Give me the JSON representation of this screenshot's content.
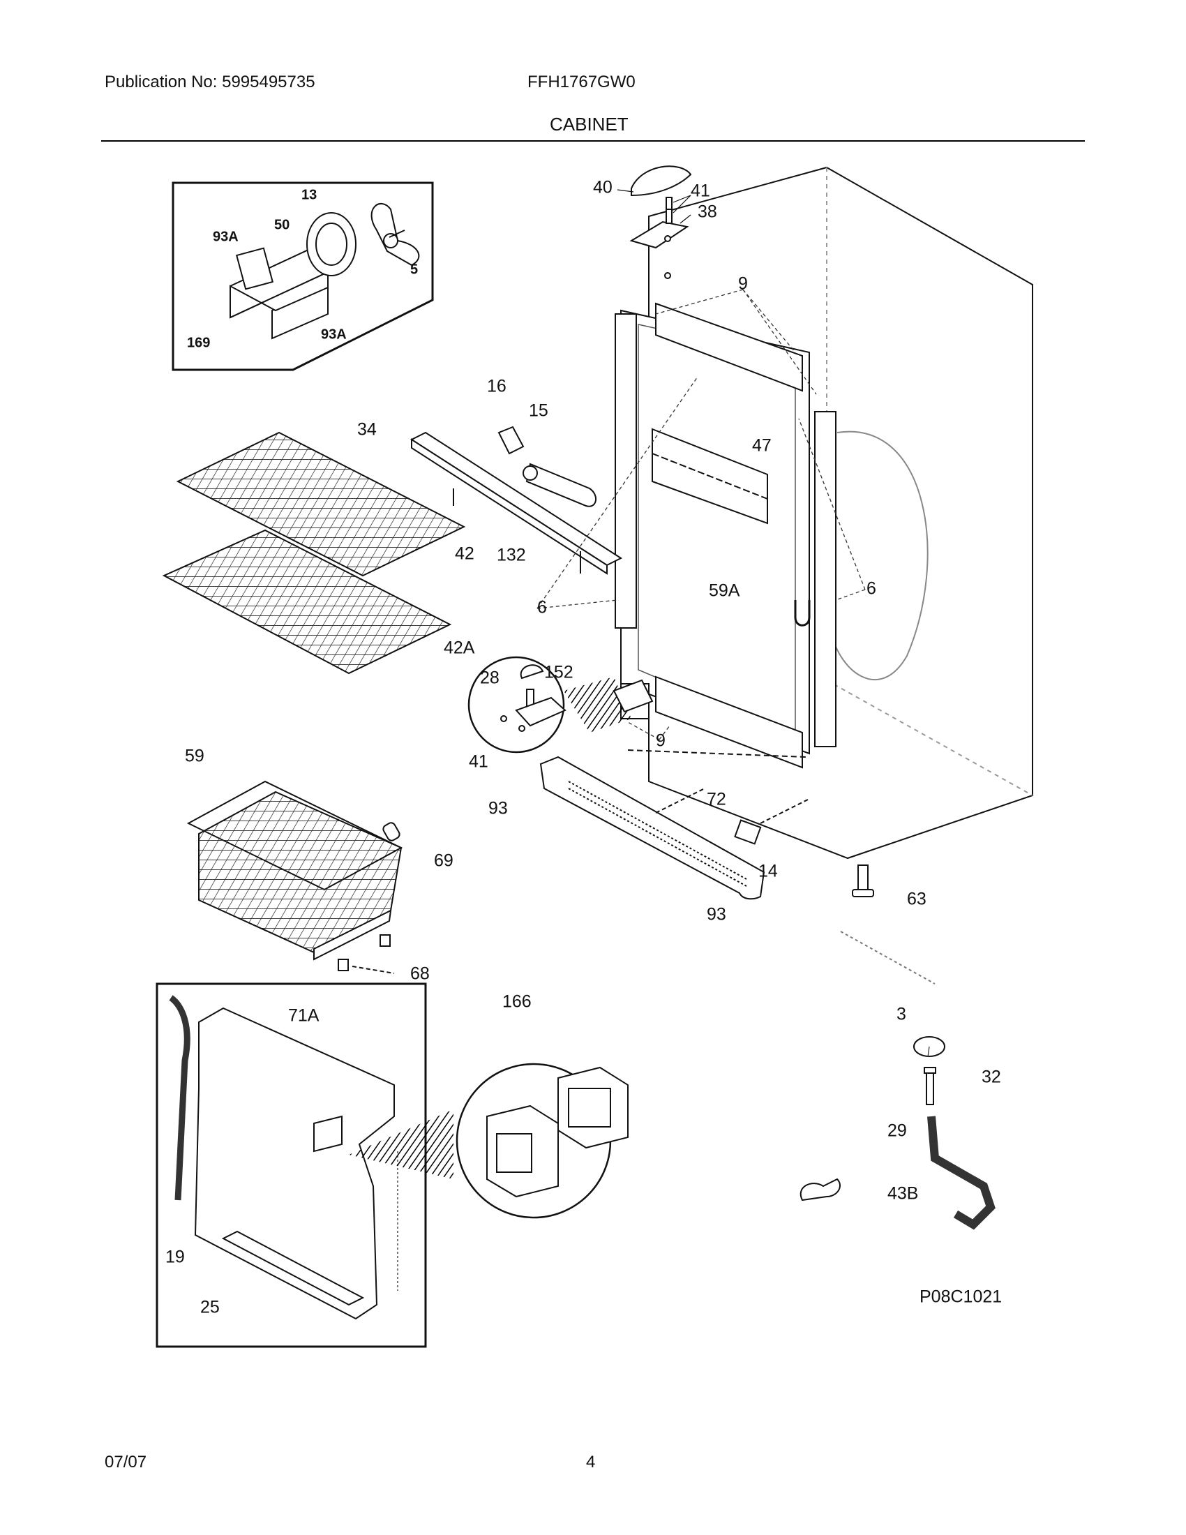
{
  "header": {
    "publication": "Publication No: 5995495735",
    "model": "FFH1767GW0",
    "section_title": "CABINET"
  },
  "footer": {
    "date": "07/07",
    "page_number": "4"
  },
  "diagram": {
    "figure_code": "P08C1021",
    "part_labels": {
      "p40": "40",
      "p41_top": "41",
      "p38": "38",
      "p9_top": "9",
      "p13": "13",
      "p93A_a": "93A",
      "p50": "50",
      "p5": "5",
      "p169": "169",
      "p93A_b": "93A",
      "p16": "16",
      "p15": "15",
      "p34": "34",
      "p47": "47",
      "p42": "42",
      "p132": "132",
      "p59A": "59A",
      "p6_left": "6",
      "p6_right": "6",
      "p42A": "42A",
      "p28": "28",
      "p152": "152",
      "p41_bot": "41",
      "p9_bot": "9",
      "p59": "59",
      "p72": "72",
      "p93_a": "93",
      "p14": "14",
      "p69": "69",
      "p93_b": "93",
      "p63": "63",
      "p68": "68",
      "p166": "166",
      "p71A": "71A",
      "p3": "3",
      "p32": "32",
      "p29": "29",
      "p43B": "43B",
      "p19": "19",
      "p25": "25"
    }
  }
}
